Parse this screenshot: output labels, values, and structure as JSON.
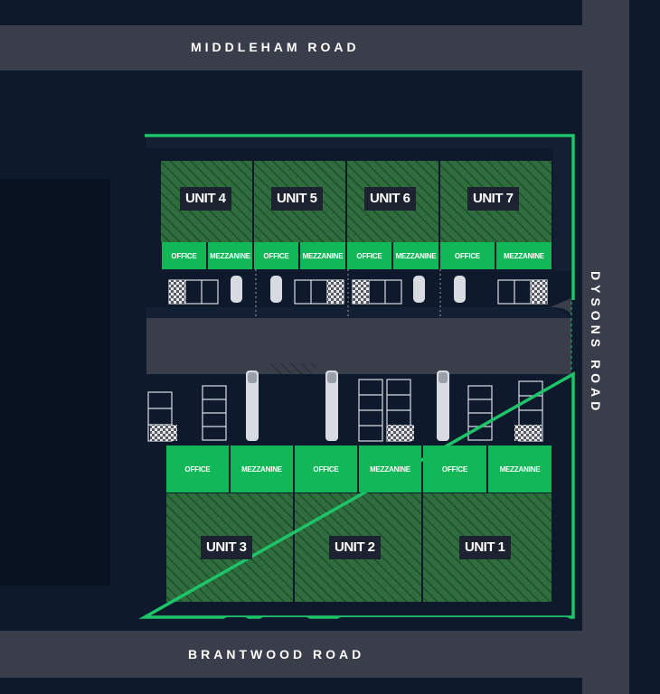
{
  "roads": {
    "north": "MIDDLEHAM ROAD",
    "south": "BRANTWOOD ROAD",
    "east": "DYSONS ROAD"
  },
  "units": {
    "u4": "UNIT 4",
    "u5": "UNIT 5",
    "u6": "UNIT 6",
    "u7": "UNIT 7",
    "u3": "UNIT 3",
    "u2": "UNIT 2",
    "u1": "UNIT 1"
  },
  "zones": {
    "office": "OFFICE",
    "mezzanine": "MEZZANINE"
  },
  "colors": {
    "background": "#0e1a2c",
    "road": "#3a3e4a",
    "site_boundary": "#1ec46a",
    "unit_fill": "#2f6c3e",
    "zone_fill": "#12b857",
    "label_bg": "#1c2230"
  }
}
